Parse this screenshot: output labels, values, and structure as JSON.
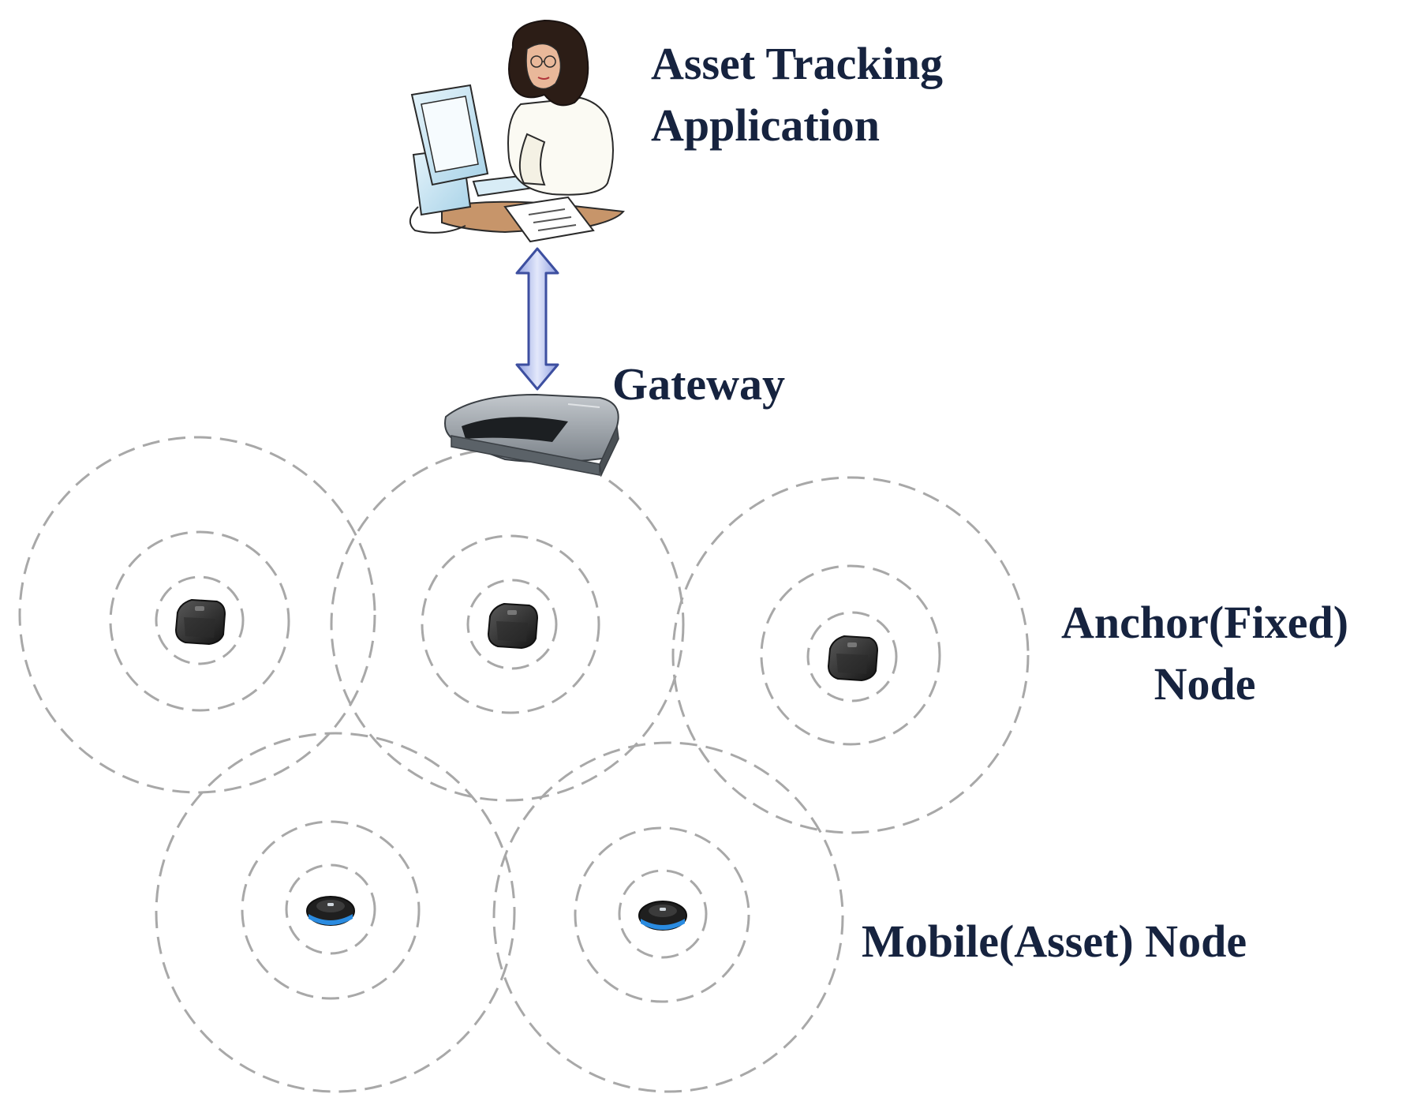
{
  "labels": {
    "application_line1": "Asset Tracking",
    "application_line2": "Application",
    "gateway": "Gateway",
    "anchor_line1": "Anchor(Fixed)",
    "anchor_line2": "Node",
    "mobile": "Mobile(Asset) Node"
  },
  "colors": {
    "label_text": "#16233f",
    "range_circle": "#a8a8a8",
    "arrow_fill": "#b7c3ea",
    "arrow_stroke": "#3d4fa0",
    "anchor_node": "#2a2a2a",
    "mobile_node_accent": "#2a8be0",
    "gateway_body": "#8d949b"
  },
  "icons": {
    "operator": "person-at-computer-icon",
    "gateway": "router-icon",
    "anchor": "anchor-node-icon",
    "mobile": "mobile-tag-icon",
    "link": "double-arrow-icon"
  }
}
